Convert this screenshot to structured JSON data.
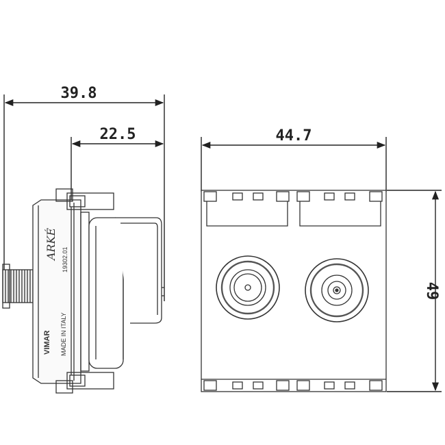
{
  "dimensions": {
    "side_total_depth": "39.8",
    "side_partial_depth": "22.5",
    "front_width": "44.7",
    "front_height": "49"
  },
  "side_view_markings": {
    "logo": "ARKÉ",
    "code": "19302.01",
    "brand": "VIMAR",
    "origin": "MADE IN ITALY"
  }
}
